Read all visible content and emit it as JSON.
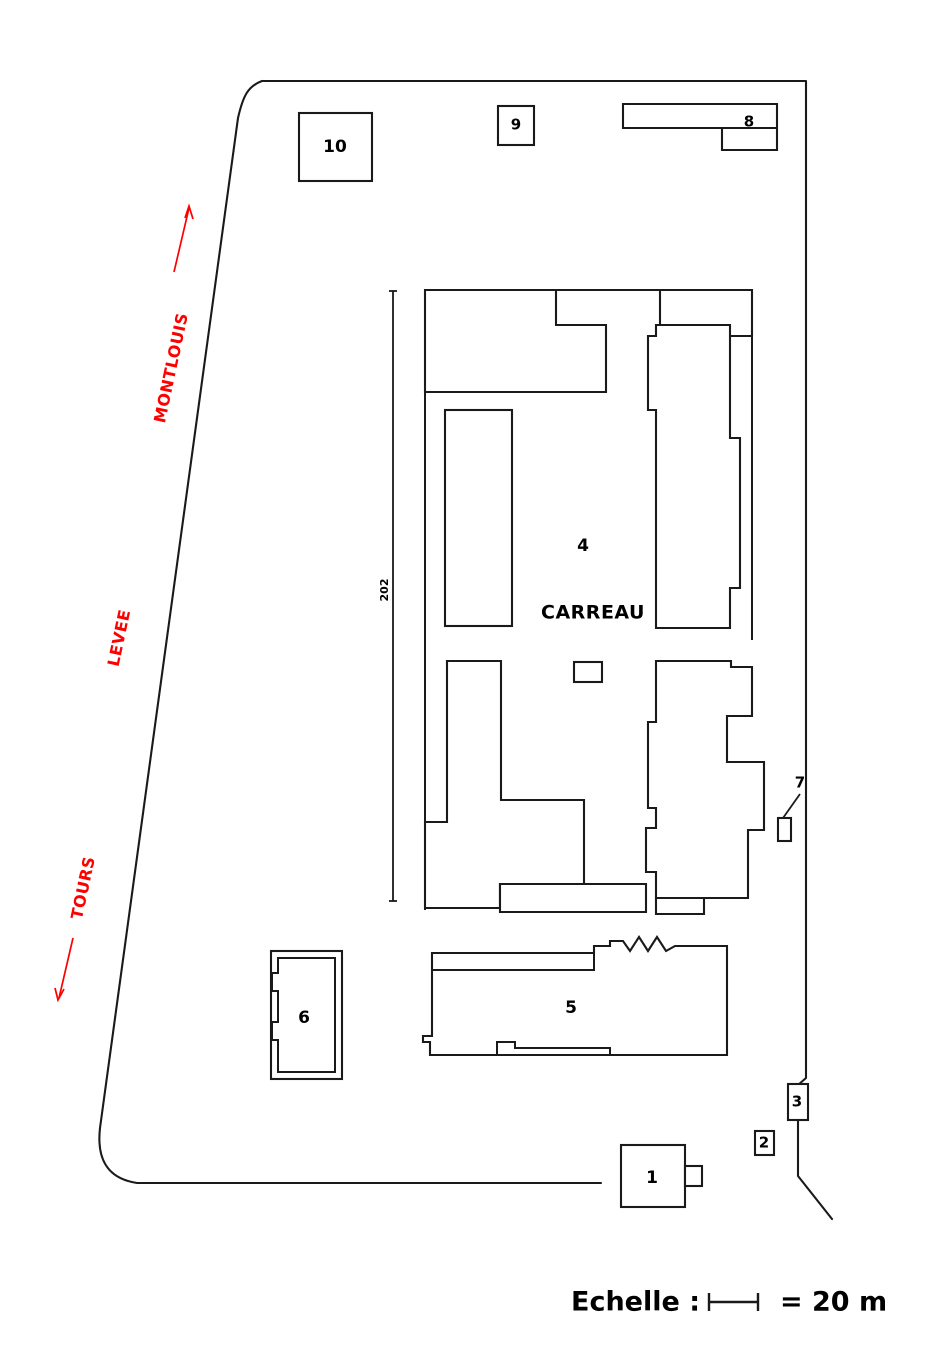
{
  "plan": {
    "title_text": "CARREAU",
    "dimension_label": "202",
    "site_boundary_name": "site-boundary"
  },
  "buildings": [
    {
      "id": "1",
      "label": "1",
      "name": "building-1"
    },
    {
      "id": "2",
      "label": "2",
      "name": "building-2"
    },
    {
      "id": "3",
      "label": "3",
      "name": "building-3"
    },
    {
      "id": "4",
      "label": "4",
      "name": "building-4-carreau"
    },
    {
      "id": "5",
      "label": "5",
      "name": "building-5"
    },
    {
      "id": "6",
      "label": "6",
      "name": "building-6"
    },
    {
      "id": "7",
      "label": "7",
      "name": "building-7"
    },
    {
      "id": "8",
      "label": "8",
      "name": "building-8"
    },
    {
      "id": "9",
      "label": "9",
      "name": "building-9"
    },
    {
      "id": "10",
      "label": "10",
      "name": "building-10"
    }
  ],
  "direction_labels": [
    {
      "text": "MONTLOUIS",
      "name": "direction-label-montlouis",
      "color": "#ff0000"
    },
    {
      "text": "LEVEE",
      "name": "direction-label-levee",
      "color": "#ff0000"
    },
    {
      "text": "TOURS",
      "name": "direction-label-tours",
      "color": "#ff0000"
    }
  ],
  "scale": {
    "prefix": "Echelle :",
    "equals": "= 20 m",
    "value": "20",
    "unit": "m"
  },
  "colors": {
    "ink": "#1a1a1a",
    "accent_red": "#ff0000",
    "paper": "#ffffff"
  }
}
